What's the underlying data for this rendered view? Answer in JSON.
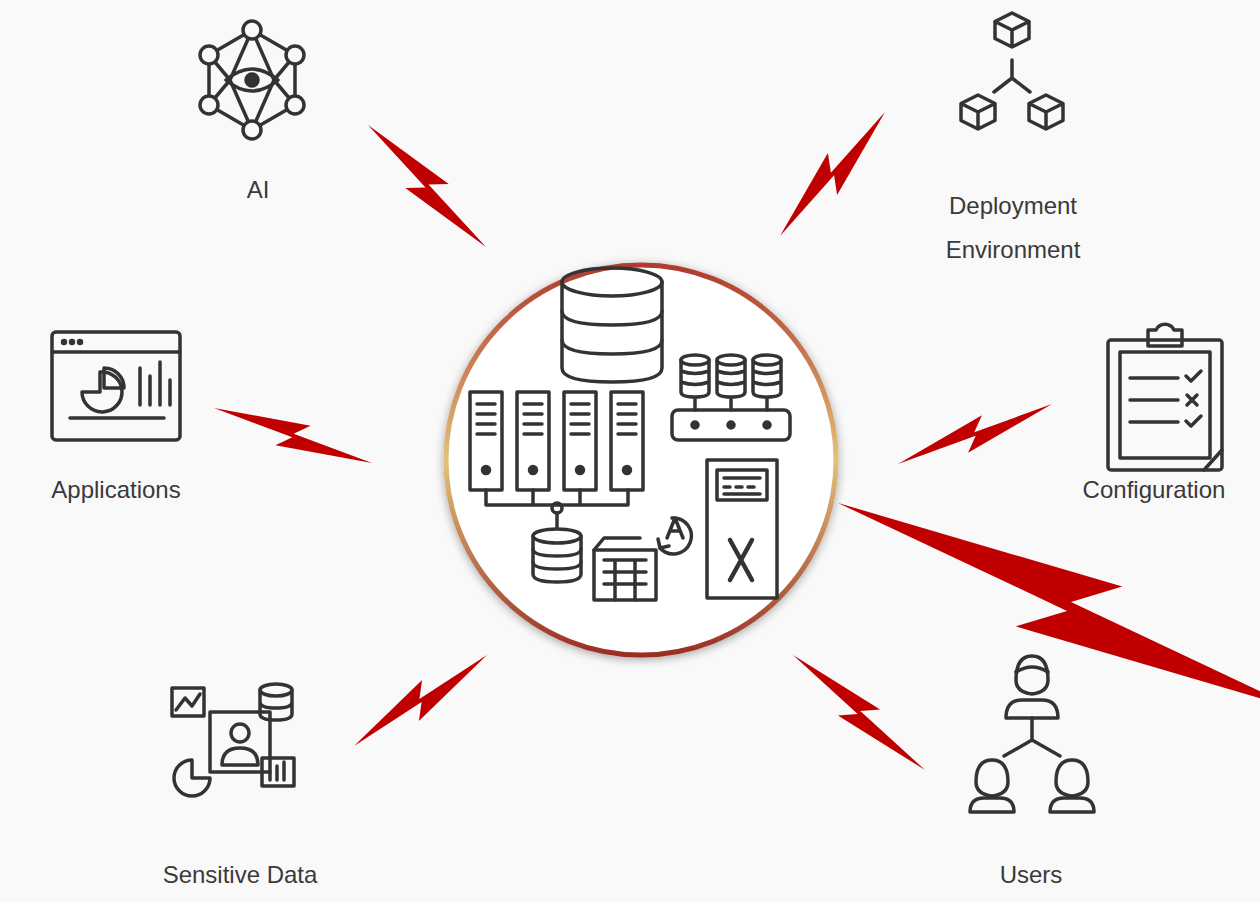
{
  "diagram": {
    "labels": [
      "AI",
      "Deployment Environment",
      "Applications",
      "Configuration",
      "Sensitive Data",
      "Users"
    ]
  }
}
